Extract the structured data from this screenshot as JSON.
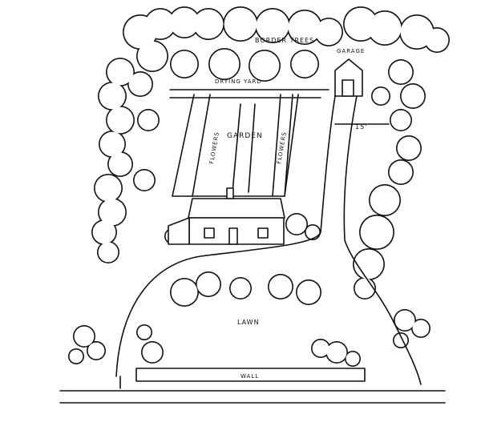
{
  "labels": {
    "border_trees": "BORDER TREES",
    "garage": "GARAGE",
    "drying_yard": "DRYING YARD",
    "driveway_width": "15'",
    "garden": "GARDEN",
    "flowers_left": "FLOWERS",
    "flowers_right": "FLOWERS",
    "lawn": "LAWN",
    "wall": "WALL"
  },
  "colors": {
    "ink": "#111111",
    "paper": "#ffffff"
  }
}
